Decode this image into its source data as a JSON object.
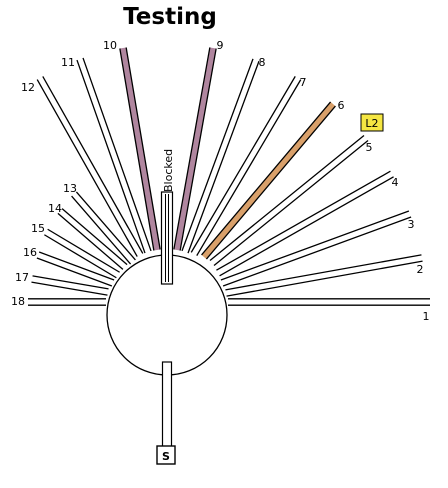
{
  "title": "Testing",
  "start_label": "S",
  "blocked_label": "Blocked",
  "highlight_label": "L2",
  "colors": {
    "track_9_10": "#b0869f",
    "track_6": "#d9a06a",
    "highlight_bg": "#f5e642"
  },
  "tracks": [
    {
      "id": "1",
      "label": "1",
      "fill": ""
    },
    {
      "id": "2",
      "label": "2",
      "fill": ""
    },
    {
      "id": "3",
      "label": "3",
      "fill": ""
    },
    {
      "id": "4",
      "label": "4",
      "fill": ""
    },
    {
      "id": "5",
      "label": "5",
      "fill": ""
    },
    {
      "id": "6",
      "label": "6",
      "fill": "#d9a06a"
    },
    {
      "id": "7",
      "label": "7",
      "fill": ""
    },
    {
      "id": "8",
      "label": "8",
      "fill": ""
    },
    {
      "id": "9",
      "label": "9",
      "fill": "#b0869f"
    },
    {
      "id": "10",
      "label": "10",
      "fill": "#b0869f"
    },
    {
      "id": "11",
      "label": "11",
      "fill": ""
    },
    {
      "id": "12",
      "label": "12",
      "fill": ""
    },
    {
      "id": "13",
      "label": "13",
      "fill": ""
    },
    {
      "id": "14",
      "label": "14",
      "fill": ""
    },
    {
      "id": "15",
      "label": "15",
      "fill": ""
    },
    {
      "id": "16",
      "label": "16",
      "fill": ""
    },
    {
      "id": "17",
      "label": "17",
      "fill": ""
    },
    {
      "id": "18",
      "label": "18",
      "fill": ""
    }
  ]
}
